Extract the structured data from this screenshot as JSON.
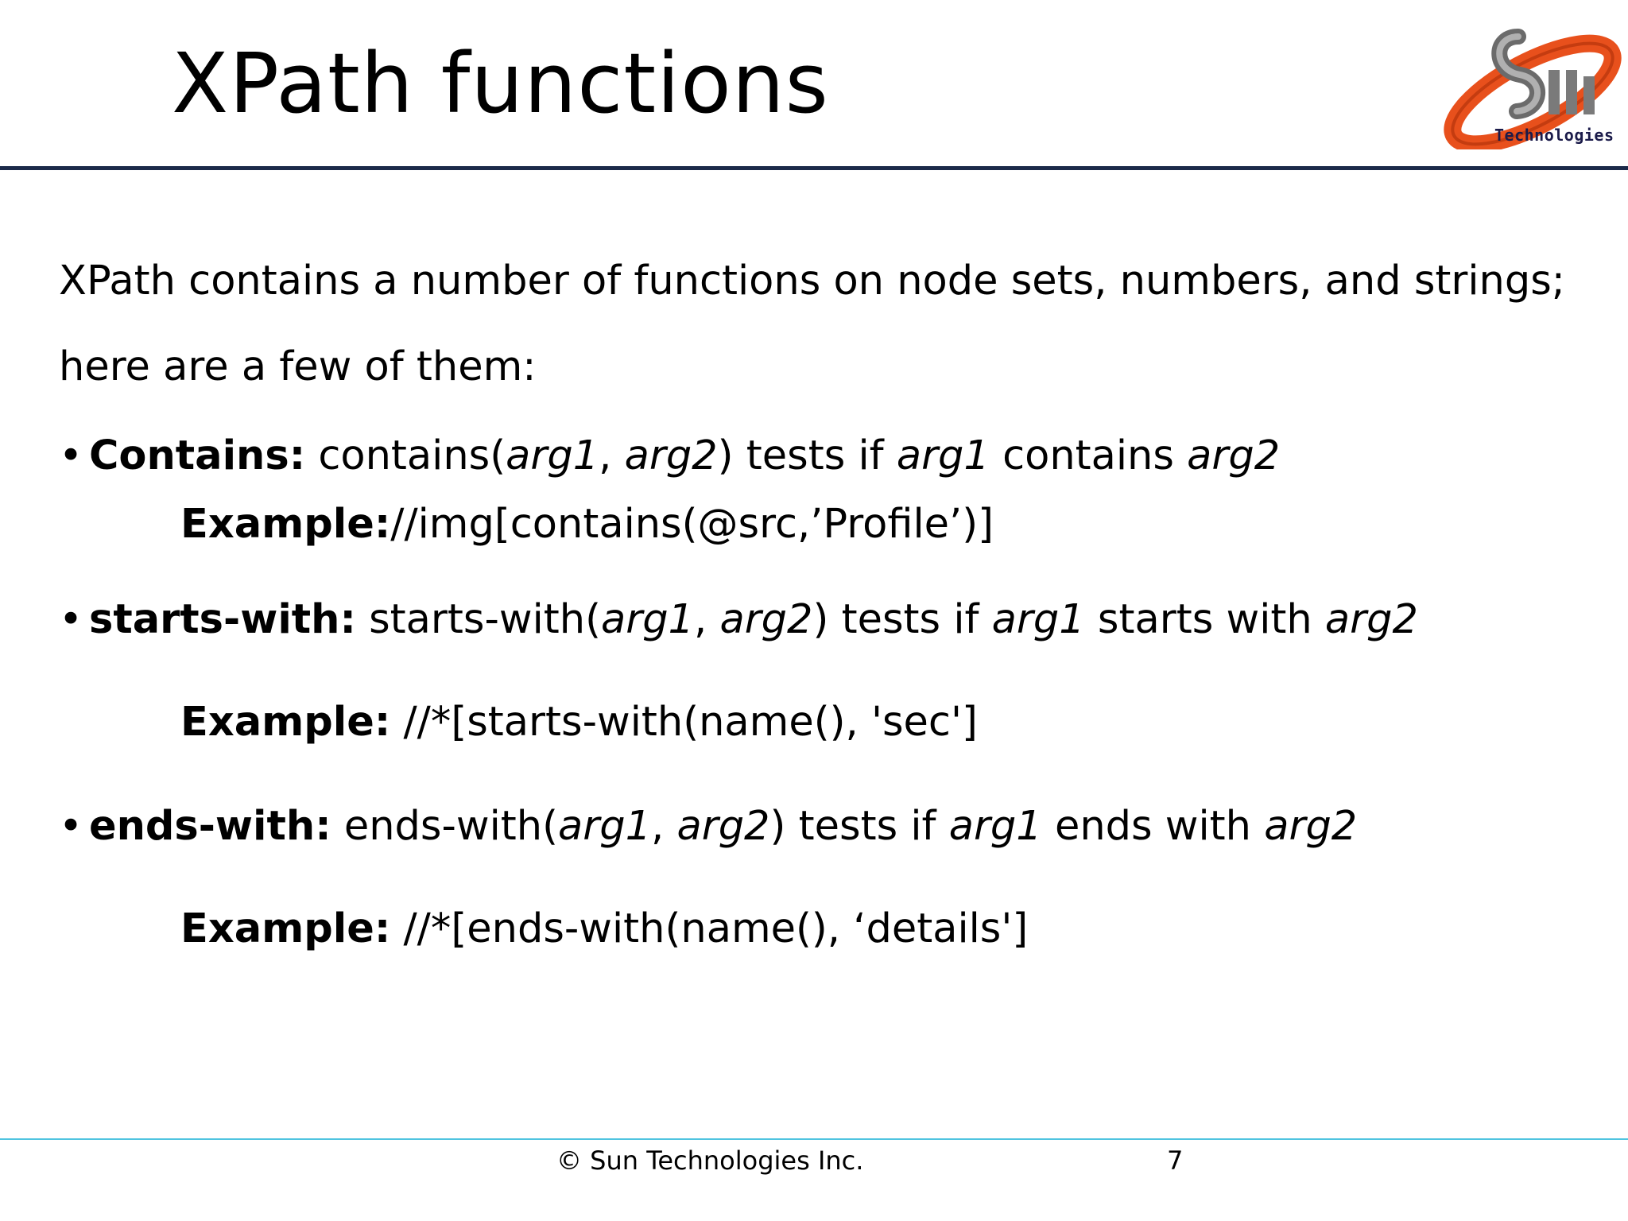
{
  "slide": {
    "title": "XPath functions",
    "logo_text": "Technologies",
    "intro_line1": "XPath contains a number of functions on node sets, numbers, and strings;",
    "intro_line2": "here are a few of them:"
  },
  "bullets": [
    {
      "name": "Contains:",
      "func": "contains(",
      "arg1": "arg1",
      "comma": ", ",
      "arg2": "arg2",
      "close": ") tests if ",
      "test_arg1": "arg1",
      "verb": " contains ",
      "test_arg2": "arg2",
      "example_label": "Example:",
      "example_value": "//img[contains(@src,’Profile’)]"
    },
    {
      "name": "starts-with:",
      "func": "starts-with(",
      "arg1": "arg1",
      "comma": ", ",
      "arg2": "arg2",
      "close": ") tests if ",
      "test_arg1": "arg1",
      "verb": " starts with ",
      "test_arg2": "arg2",
      "example_label": "Example:",
      "example_value": " //*[starts-with(name(), 'sec']"
    },
    {
      "name": "ends-with:",
      "func": "ends-with(",
      "arg1": "arg1",
      "comma": ", ",
      "arg2": "arg2",
      "close": ") tests if ",
      "test_arg1": "arg1",
      "verb": " ends with ",
      "test_arg2": "arg2",
      "example_label": "Example:",
      "example_value": " //*[ends-with(name(), ‘details']"
    }
  ],
  "footer": {
    "copyright": "© Sun Technologies Inc.",
    "page_number": "7"
  },
  "colors": {
    "header_rule": "#1c2a4a",
    "footer_rule": "#4fc4e0",
    "logo_orange": "#e8501c",
    "logo_navy": "#1b1b4a"
  }
}
